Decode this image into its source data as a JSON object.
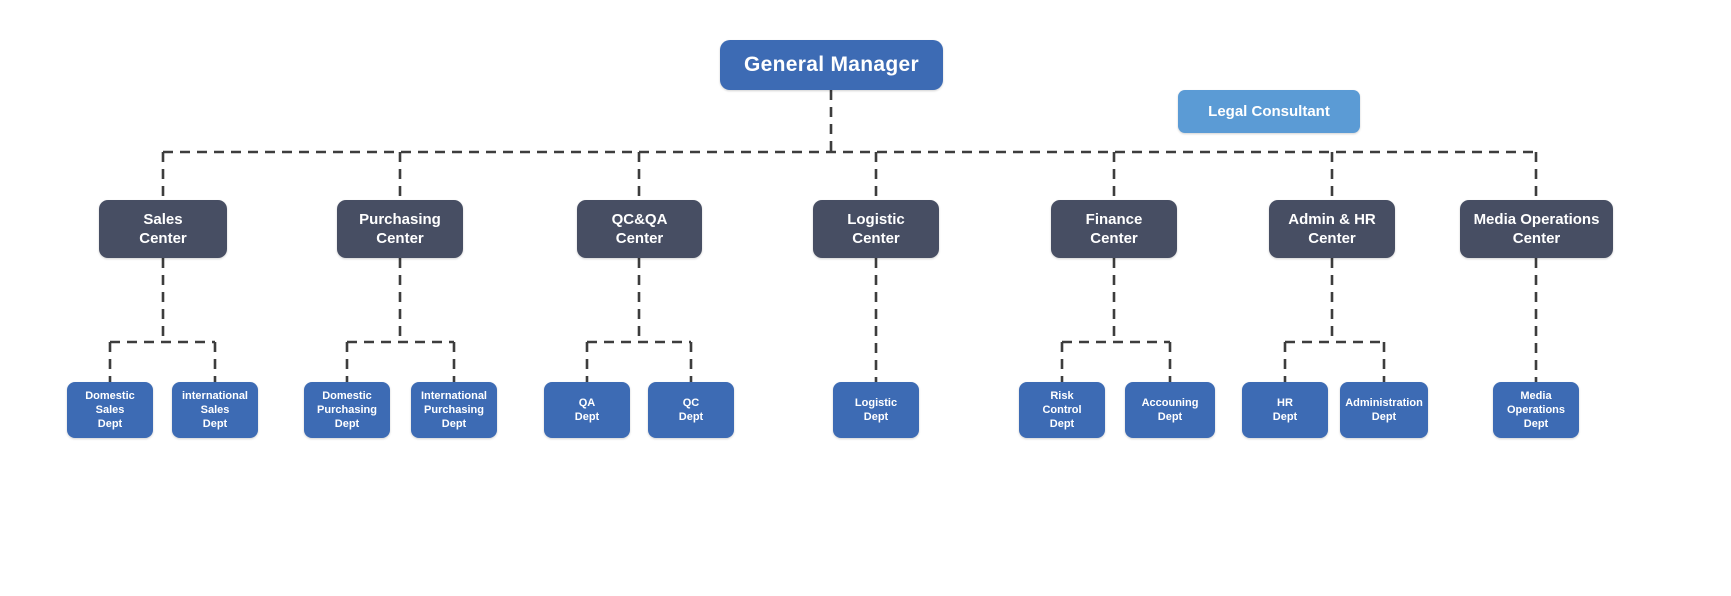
{
  "colors": {
    "primary_blue": "#3D6BB4",
    "light_blue": "#5B9BD5",
    "dark_slate": "#474E63",
    "connector": "#3D3D3D",
    "text": "#FFFFFF",
    "background": "#FFFFFF"
  },
  "root": {
    "label": "General Manager"
  },
  "consultant": {
    "label": "Legal Consultant"
  },
  "centers": [
    {
      "label": "Sales\nCenter",
      "departments": [
        {
          "label": "Domestic\nSales\nDept"
        },
        {
          "label": "international\nSales\nDept"
        }
      ]
    },
    {
      "label": "Purchasing\nCenter",
      "departments": [
        {
          "label": "Domestic\nPurchasing\nDept"
        },
        {
          "label": "International\nPurchasing\nDept"
        }
      ]
    },
    {
      "label": "QC&QA\nCenter",
      "departments": [
        {
          "label": "QA\nDept"
        },
        {
          "label": "QC\nDept"
        }
      ]
    },
    {
      "label": "Logistic\nCenter",
      "departments": [
        {
          "label": "Logistic\nDept"
        }
      ]
    },
    {
      "label": "Finance\nCenter",
      "departments": [
        {
          "label": "Risk\nControl\nDept"
        },
        {
          "label": "Accouning\nDept"
        }
      ]
    },
    {
      "label": "Admin & HR\nCenter",
      "departments": [
        {
          "label": "HR\nDept"
        },
        {
          "label": "Administration\nDept"
        }
      ]
    },
    {
      "label": "Media Operations\nCenter",
      "departments": [
        {
          "label": "Media\nOperations\nDept"
        }
      ]
    }
  ]
}
